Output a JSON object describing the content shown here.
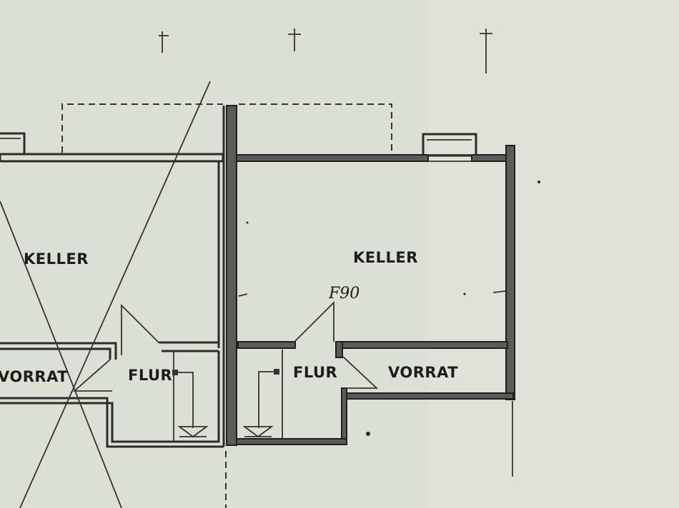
{
  "rooms": {
    "left_keller": "KELLER",
    "right_keller": "KELLER",
    "left_vorrat": "VORRAT",
    "right_vorrat": "VORRAT",
    "left_flur": "FLUR",
    "right_flur": "FLUR"
  },
  "annotations": {
    "fire_rating": "F90"
  }
}
